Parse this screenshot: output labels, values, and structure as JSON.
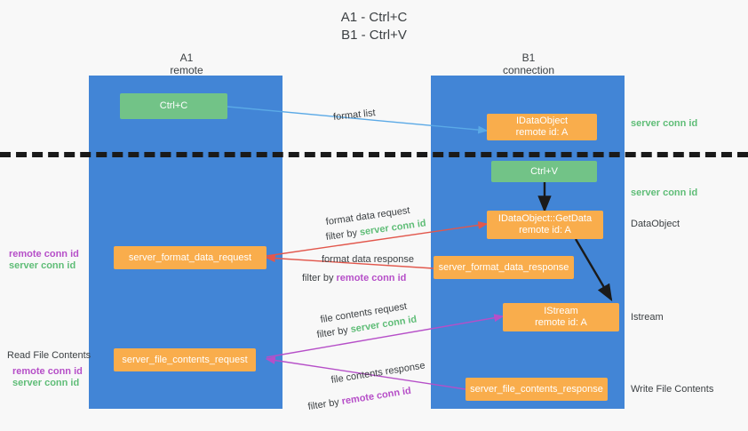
{
  "title": {
    "line1": "A1 - Ctrl+C",
    "line2": "B1 - Ctrl+V"
  },
  "columns": [
    {
      "name": "A1",
      "sub": "remote"
    },
    {
      "name": "B1",
      "sub": "connection"
    }
  ],
  "colors": {
    "lane": "#4285d6",
    "green_node": "#72c387",
    "orange_node": "#f9ad4c",
    "server_conn": "#5fbd77",
    "remote_conn": "#b64fc8",
    "blue_arrow": "#5aa9e6",
    "red_arrow": "#e2574c",
    "purple_arrow": "#b64fc8",
    "black_arrow": "#1a1a1a",
    "background": "#f8f8f8"
  },
  "nodes": {
    "ctrl_c": {
      "label": "Ctrl+C"
    },
    "idataobject": {
      "label": "IDataObject",
      "sub": "remote id: A"
    },
    "ctrl_v": {
      "label": "Ctrl+V"
    },
    "getdata": {
      "label": "IDataObject::GetData",
      "sub": "remote id: A"
    },
    "istream": {
      "label": "IStream",
      "sub": "remote id: A"
    },
    "server_format_data_request": {
      "label": "server_format_data_request"
    },
    "server_format_data_response": {
      "label": "server_format_data_response"
    },
    "server_file_contents_request": {
      "label": "server_file_contents_request"
    },
    "server_file_contents_response": {
      "label": "server_file_contents_response"
    }
  },
  "right_labels": {
    "server_conn_id_top": "server conn id",
    "server_conn_id_mid": "server conn id",
    "dataobject": "DataObject",
    "istream": "Istream",
    "write_file_contents": "Write File Contents"
  },
  "left_labels": {
    "remote_conn_id_1": "remote conn id",
    "server_conn_id_1": "server conn id",
    "read_file_contents": "Read File Contents",
    "remote_conn_id_2": "remote conn id",
    "server_conn_id_2": "server conn id"
  },
  "edge_labels": {
    "format_list": "format list",
    "format_data_request": "format data request",
    "format_data_request_filter_prefix": "filter by ",
    "format_data_request_filter_value": "server conn id",
    "format_data_response": "format data response",
    "format_data_response_filter_prefix": "filter by ",
    "format_data_response_filter_value": "remote conn id",
    "file_contents_request": "file contents request",
    "file_contents_request_filter_prefix": "filter by ",
    "file_contents_request_filter_value": "server conn id",
    "file_contents_response": "file contents response",
    "file_contents_response_filter_prefix": "filter by ",
    "file_contents_response_filter_value": "remote conn id"
  }
}
